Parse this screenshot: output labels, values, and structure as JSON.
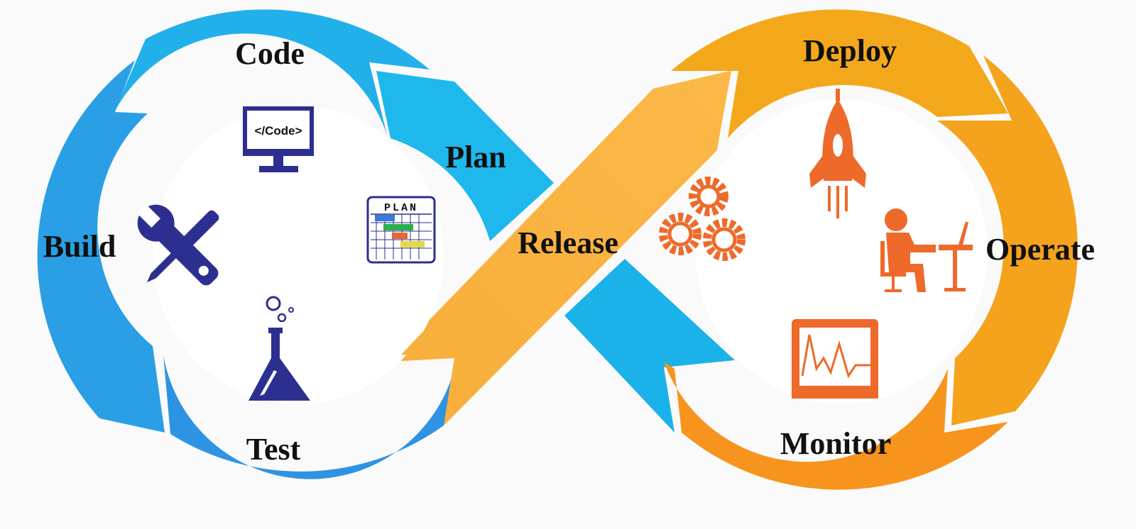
{
  "diagram": {
    "stages": {
      "code": "Code",
      "plan": "Plan",
      "build": "Build",
      "test": "Test",
      "release": "Release",
      "deploy": "Deploy",
      "operate": "Operate",
      "monitor": "Monitor"
    },
    "icons": {
      "monitor_text": "</Code>",
      "plan_sheet_text": "PLAN"
    }
  },
  "colors": {
    "blue_light": "#1fb6ea",
    "blue": "#2f9ae6",
    "blue_dark": "#2c2f8f",
    "orange": "#f5a623",
    "orange_light": "#fbb03b",
    "orange_dark": "#f7941d",
    "icon_orange": "#ee6a2a",
    "text": "#111111",
    "background": "#fafafa"
  }
}
